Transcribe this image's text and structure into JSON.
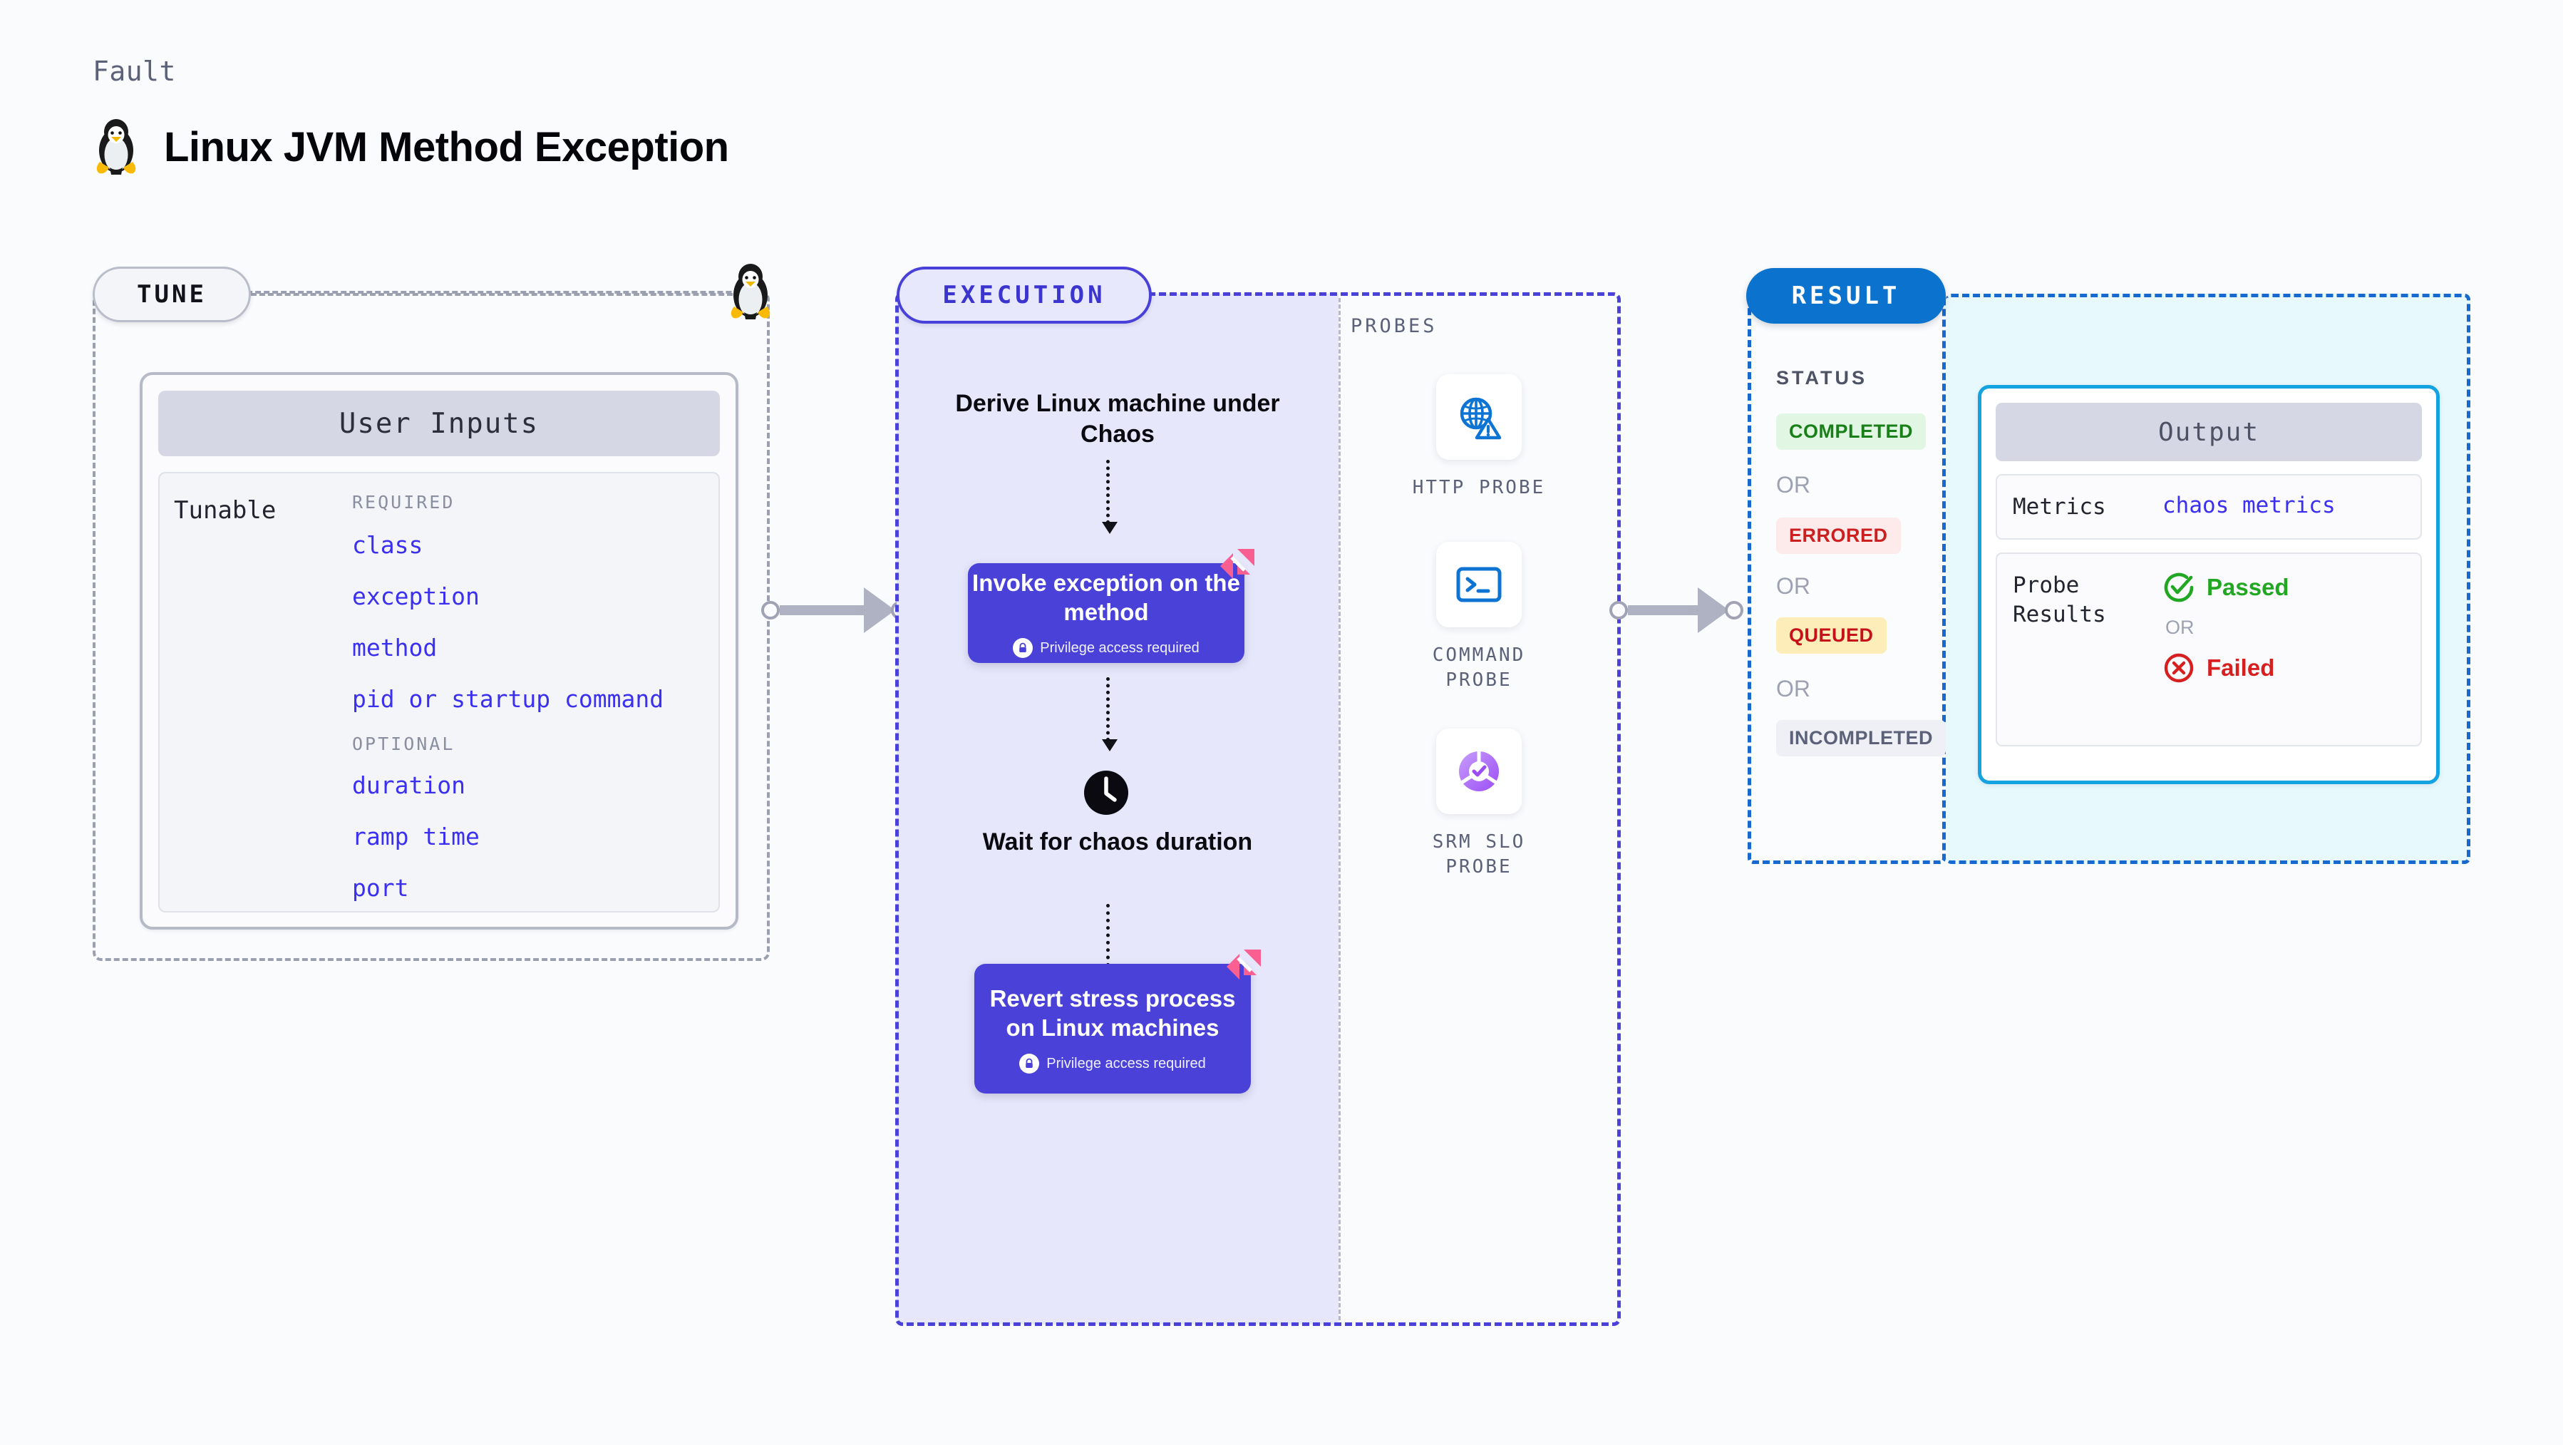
{
  "header": {
    "eyebrow": "Fault",
    "title": "Linux JVM Method Exception",
    "icon": "linux-penguin-icon"
  },
  "tune": {
    "chip_label": "TUNE",
    "card_title": "User Inputs",
    "tunable_label": "Tunable",
    "required_label": "REQUIRED",
    "optional_label": "OPTIONAL",
    "required": [
      "class",
      "exception",
      "method",
      "pid or startup command"
    ],
    "optional": [
      "duration",
      "ramp time",
      "port"
    ]
  },
  "execution": {
    "chip_label": "EXECUTION",
    "step1_title": "Derive Linux machine under Chaos",
    "card1_title": "Invoke exception on the method",
    "card1_note": "Privilege access required",
    "wait_title": "Wait for chaos duration",
    "card2_title": "Revert stress process on Linux machines",
    "card2_note": "Privilege access required"
  },
  "probes": {
    "section_label": "PROBES",
    "items": [
      {
        "name": "HTTP PROBE",
        "icon": "globe-warning-icon"
      },
      {
        "name": "COMMAND PROBE",
        "icon": "terminal-icon"
      },
      {
        "name": "SRM SLO PROBE",
        "icon": "donut-check-icon"
      }
    ]
  },
  "result": {
    "chip_label": "RESULT",
    "status_label": "STATUS",
    "or_label": "OR",
    "statuses": [
      {
        "label": "COMPLETED",
        "tone": "success"
      },
      {
        "label": "ERRORED",
        "tone": "error"
      },
      {
        "label": "QUEUED",
        "tone": "warning"
      },
      {
        "label": "INCOMPLETED",
        "tone": "neutral"
      }
    ],
    "output": {
      "title": "Output",
      "metrics_key": "Metrics",
      "metrics_value": "chaos metrics",
      "probe_results_key": "Probe Results",
      "passed_label": "Passed",
      "failed_label": "Failed",
      "or_label": "OR"
    }
  },
  "colors": {
    "accent_purple": "#4a41d9",
    "accent_blue": "#0b72cd",
    "accent_cyan": "#14a2e0",
    "link_blue": "#3b2ff0",
    "success_green": "#198019",
    "error_red": "#cc1f1f",
    "warning_yellow": "#fdedb8",
    "litmus_pink": "#fa5f92",
    "canvas_bg": "#fafbfd",
    "exec_bg": "#e6e7fb",
    "output_bg": "#e8f9fe"
  }
}
